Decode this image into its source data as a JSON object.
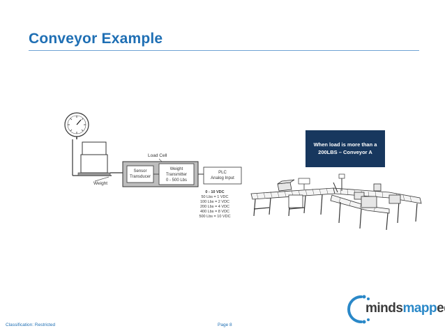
{
  "slide": {
    "title": "Conveyor Example"
  },
  "diagram": {
    "load_cell_label": "Load Cell",
    "sensor_line1": "Sensor",
    "sensor_line2": "Transducer",
    "transmitter_line1": "Weight",
    "transmitter_line2": "Transmitter",
    "transmitter_line3": "0 - 500 Lbs",
    "plc_line1": "PLC",
    "plc_line2": "Analog Input",
    "weight_label": "Weight",
    "scale_header": "0 - 10 VDC",
    "scale_rows": [
      "50 Lbs = 1 VDC",
      "100 Lbs = 2 VDC",
      "200 Lbs = 4 VDC",
      "400 Lbs = 8 VDC",
      "500 Lbs = 10 VDC"
    ]
  },
  "callout": {
    "line1": "When load is more than a",
    "line2": "200LBS – Conveyor A"
  },
  "footer": {
    "classification": "Classification: Restricted",
    "page": "Page 8"
  },
  "logo": {
    "text_part1": "minds",
    "text_part2": "mapp",
    "text_part3": "ed"
  },
  "colors": {
    "title": "#1f6fb4",
    "callout_bg": "#17375e",
    "logo_accent": "#2a88c8"
  }
}
